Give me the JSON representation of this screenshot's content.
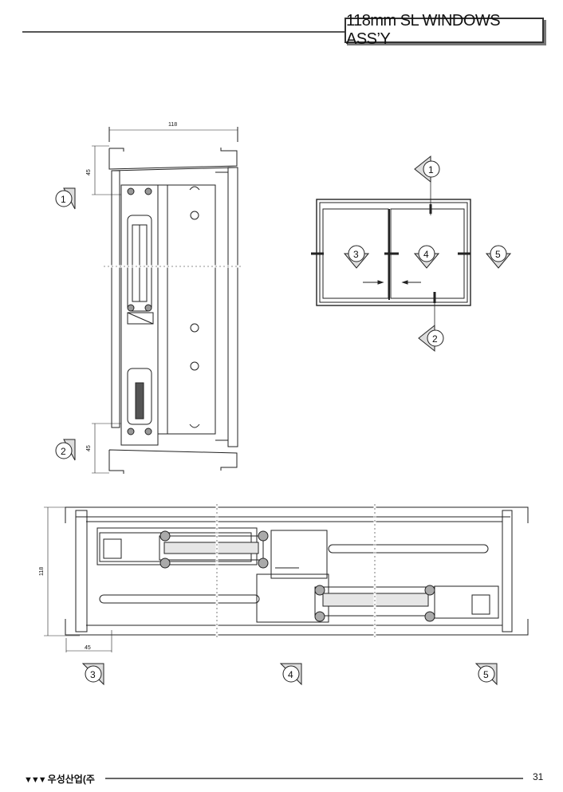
{
  "title": "118mm SL WINDOWS ASS’Y",
  "footer": {
    "company": "우성산업(주",
    "page_number": "31"
  },
  "vertical_section": {
    "width_dim": "118",
    "head_dim": "45",
    "sill_dim": "45"
  },
  "elevation": {
    "markers": [
      "1",
      "2",
      "3",
      "4",
      "5"
    ]
  },
  "horizontal_section": {
    "height_dim": "118",
    "jamb_dim": "45"
  },
  "section_markers": {
    "left_1": "1",
    "left_2": "2",
    "bottom_3": "3",
    "bottom_4": "4",
    "bottom_5": "5"
  }
}
